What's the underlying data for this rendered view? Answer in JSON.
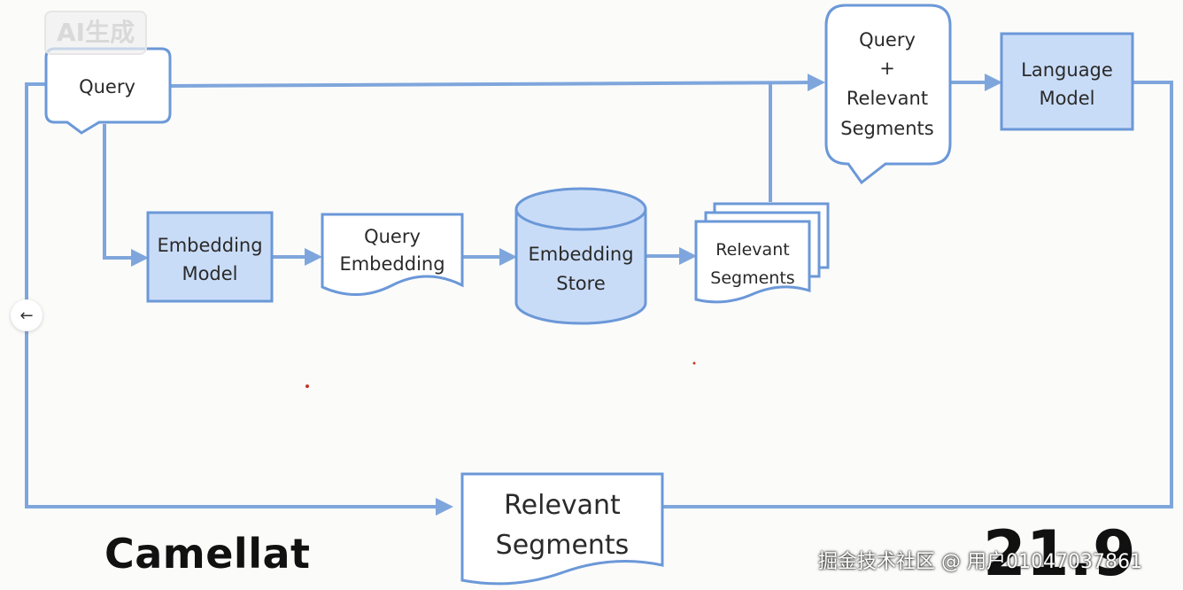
{
  "badge": "AI生成",
  "nodes": {
    "query": "Query",
    "embedding_model": [
      "Embedding",
      "Model"
    ],
    "query_embedding": [
      "Query",
      "Embedding"
    ],
    "embedding_store": [
      "Embedding",
      "Store"
    ],
    "relevant_segments_stack": [
      "Relevant",
      "Segments"
    ],
    "query_plus_segments": [
      "Query",
      "+",
      "Relevant",
      "Segments"
    ],
    "language_model": [
      "Language",
      "Model"
    ],
    "relevant_segments_bottom": [
      "Relevant",
      "Segments"
    ]
  },
  "brand": "Camellat",
  "corner_number": "21.9",
  "watermark": "掘金技术社区 @ 用户01047037861",
  "colors": {
    "edge": "#7fa6dc",
    "node_fill": "#c9dcf7",
    "node_stroke": "#6b98d8"
  },
  "icons": {
    "back": "arrow-left-icon"
  }
}
